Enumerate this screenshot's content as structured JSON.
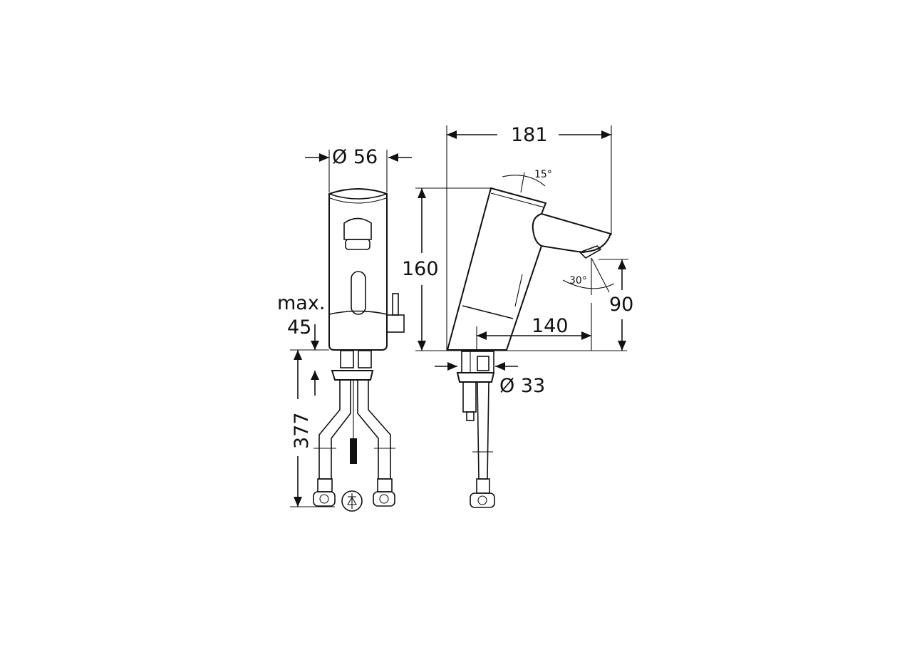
{
  "drawing": {
    "title": "Faucet dimension drawing",
    "background": "#ffffff",
    "line_color": "#111111",
    "front_view": {
      "diameter_label": "Ø 56",
      "max_label": "max.",
      "max_value": "45",
      "hose_length_label": "377",
      "symbol": "diode-in-circle"
    },
    "side_view": {
      "overall_length_label": "181",
      "height_label": "160",
      "tilt_angle_label": "15°",
      "spout_angle_label": "30°",
      "spout_height_label": "90",
      "reach_label": "140",
      "base_diameter_label": "Ø 33"
    }
  }
}
